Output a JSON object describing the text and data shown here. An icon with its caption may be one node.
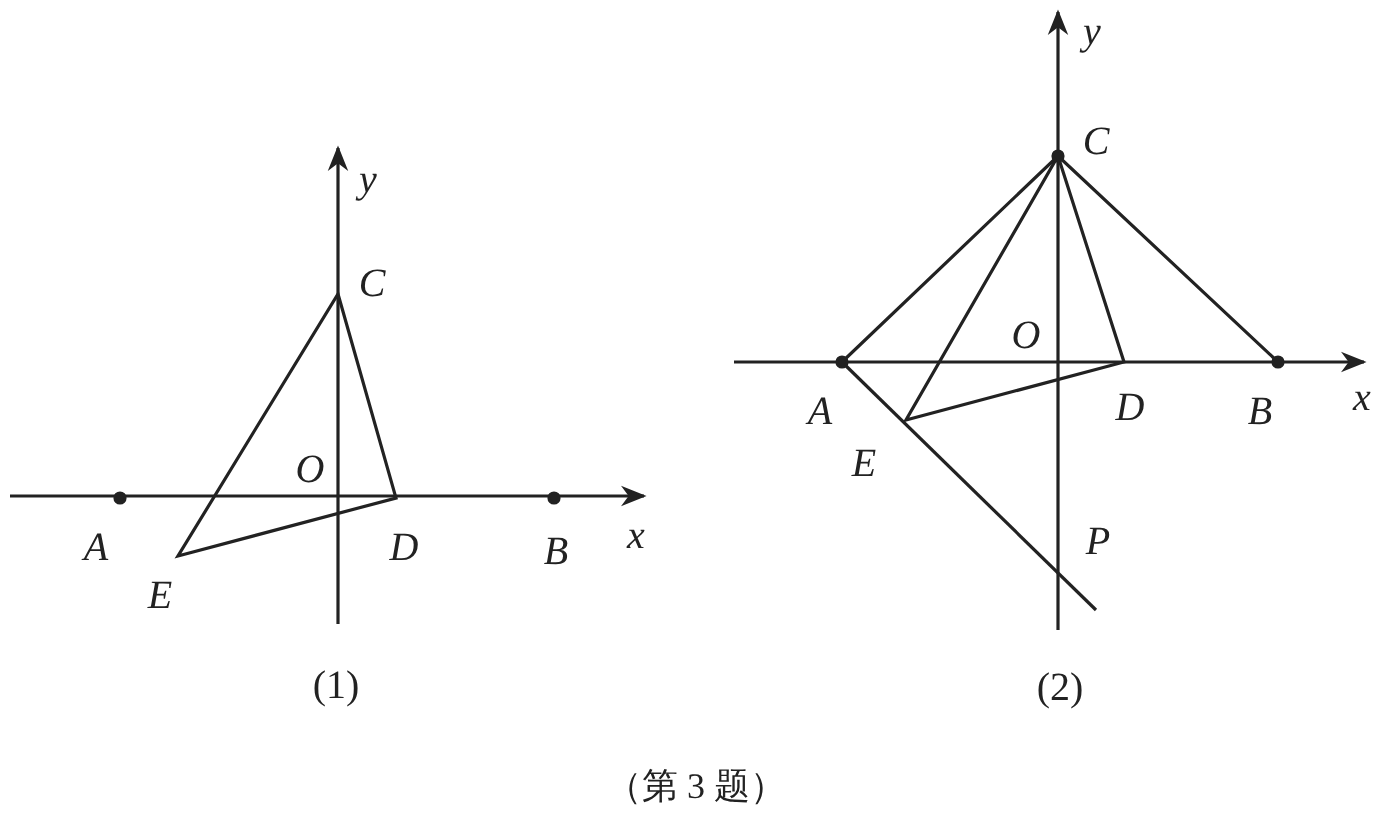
{
  "diagram": {
    "caption": "（第 3 题）",
    "labels": [
      "y",
      "C",
      "O",
      "A",
      "E",
      "D",
      "B",
      "x",
      "(1)",
      "y",
      "C",
      "O",
      "A",
      "E",
      "D",
      "B",
      "x",
      "P",
      "(2)"
    ]
  }
}
